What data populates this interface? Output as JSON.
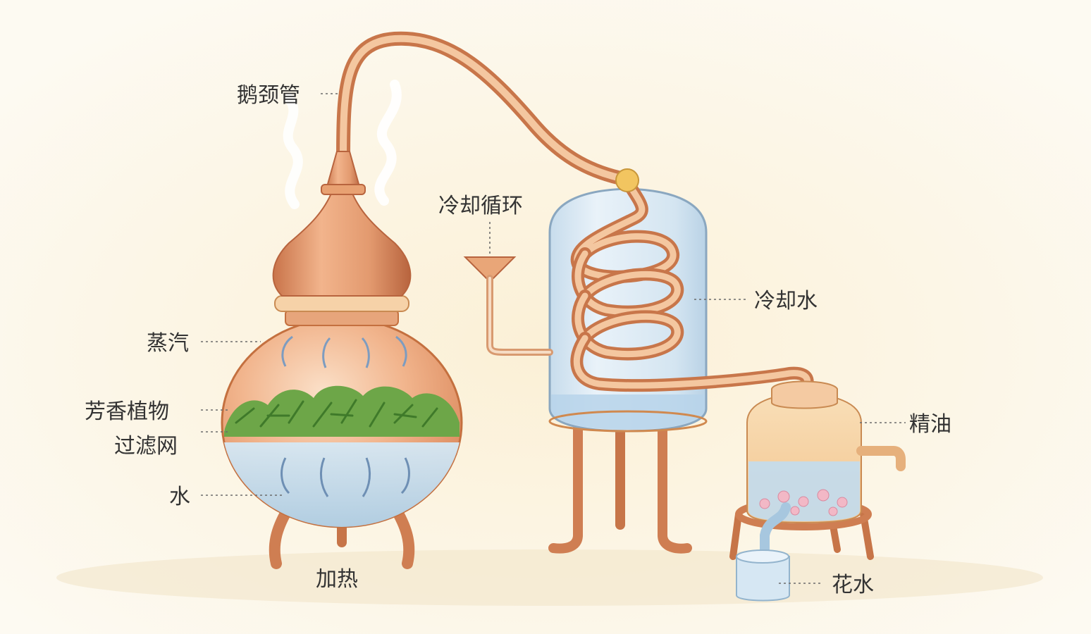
{
  "labels": {
    "gooseneck": "鹅颈管",
    "cooling_cycle": "冷却循环",
    "cooling_water": "冷却水",
    "steam": "蒸汽",
    "aromatic_plants": "芳香植物",
    "filter_mesh": "过滤网",
    "water": "水",
    "heating": "加热",
    "essential_oil": "精油",
    "hydrosol": "花水"
  },
  "colors": {
    "copper": "#e0946a",
    "copper_dark": "#b8643e",
    "copper_light": "#f3c6a4",
    "water_blue": "#b9d8ec",
    "glass": "#d9e9f4",
    "plants": "#5f9a3e",
    "oil": "#f7d7a6",
    "background": "#fbf6e8"
  },
  "icons": {
    "still_pot": "copper-alembic-pot",
    "condenser": "glass-coil-condenser",
    "separator": "essential-oil-separator",
    "collector": "hydrosol-cup"
  }
}
